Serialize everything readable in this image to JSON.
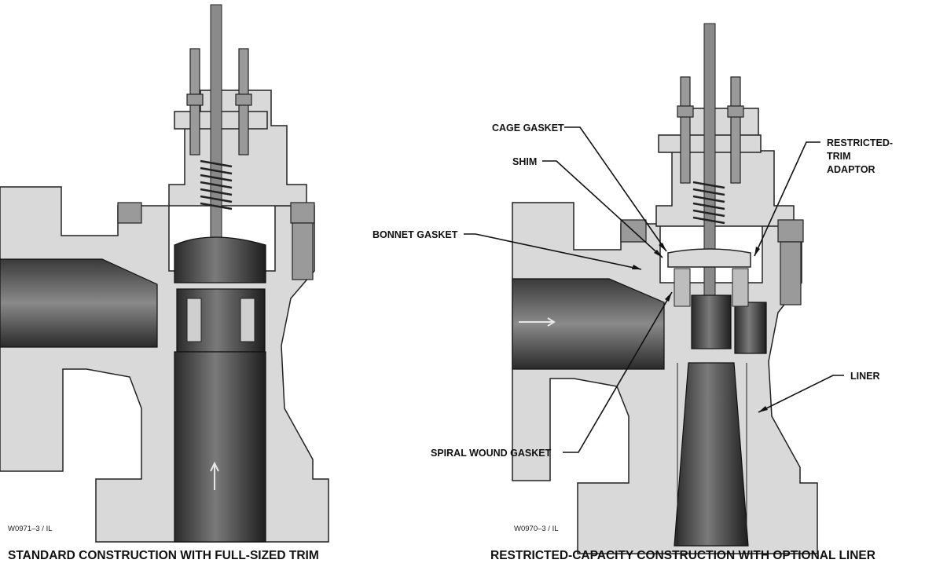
{
  "left_figure": {
    "code": "W0971–3 / IL",
    "caption": "STANDARD CONSTRUCTION WITH FULL-SIZED TRIM"
  },
  "right_figure": {
    "code": "W0970–3 / IL",
    "caption": "RESTRICTED-CAPACITY CONSTRUCTION WITH OPTIONAL LINER",
    "callouts": {
      "cage_gasket": "CAGE GASKET",
      "shim": "SHIM",
      "bonnet_gasket": "BONNET GASKET",
      "spiral_wound_gasket": "SPIRAL WOUND GASKET",
      "restricted_trim_adaptor_l1": "RESTRICTED-",
      "restricted_trim_adaptor_l2": "TRIM",
      "restricted_trim_adaptor_l3": "ADAPTOR",
      "liner": "LINER"
    }
  }
}
